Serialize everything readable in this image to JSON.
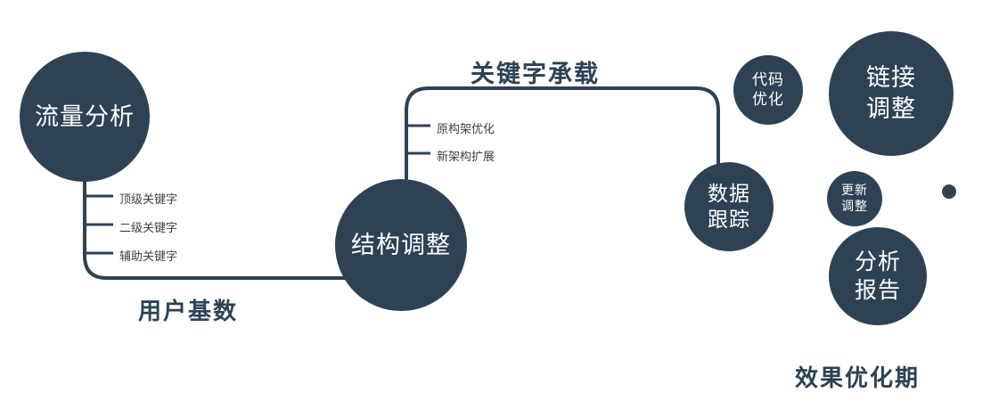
{
  "colors": {
    "primary": "#2e4254",
    "node_text": "#ffffff",
    "text_dark": "#2e4154",
    "branch_label": "#3a3f47",
    "background": "#ffffff"
  },
  "nodes": {
    "traffic": {
      "label": "流量分析"
    },
    "structure": {
      "label": "结构调整"
    },
    "tracking": {
      "label": "数据跟踪"
    },
    "code": {
      "label": "代码优化"
    },
    "link": {
      "label": "链接调整"
    },
    "update": {
      "label": "更新调整"
    },
    "report": {
      "label": "分析报告"
    }
  },
  "branches": {
    "traffic_keywords": [
      {
        "label": "顶级关键字"
      },
      {
        "label": "二级关键字"
      },
      {
        "label": "辅助关键字"
      }
    ],
    "structure_items": [
      {
        "label": "原构架优化"
      },
      {
        "label": "新架构扩展"
      }
    ]
  },
  "edges": {
    "user_base": {
      "label": "用户基数"
    },
    "keyword_carry": {
      "label": "关键字承载"
    }
  },
  "caption": {
    "label": "效果优化期"
  }
}
